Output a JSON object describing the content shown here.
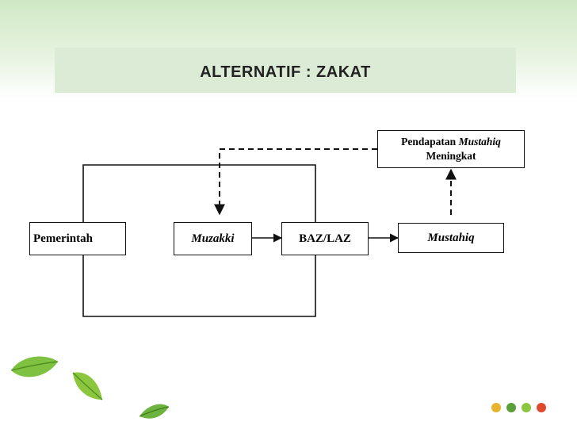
{
  "title": "ALTERNATIF : ZAKAT",
  "nodes": {
    "pemerintah": "Pemerintah",
    "muzakki": "Muzakki",
    "baz_laz": "BAZ/LAZ",
    "mustahiq": "Mustahiq",
    "pendapatan_prefix": "Pendapatan",
    "pendapatan_italic": "Mustahiq",
    "pendapatan_line2": "Meningkat"
  },
  "colors": {
    "accent_green": "#6cb33f",
    "title_bar": "#dcebd6",
    "dots": [
      "#e9b42d",
      "#5a9f3a",
      "#8cc63f",
      "#e04a2c"
    ]
  },
  "decorations": [
    "leaf-icon",
    "leaf-icon",
    "leaf-icon"
  ]
}
